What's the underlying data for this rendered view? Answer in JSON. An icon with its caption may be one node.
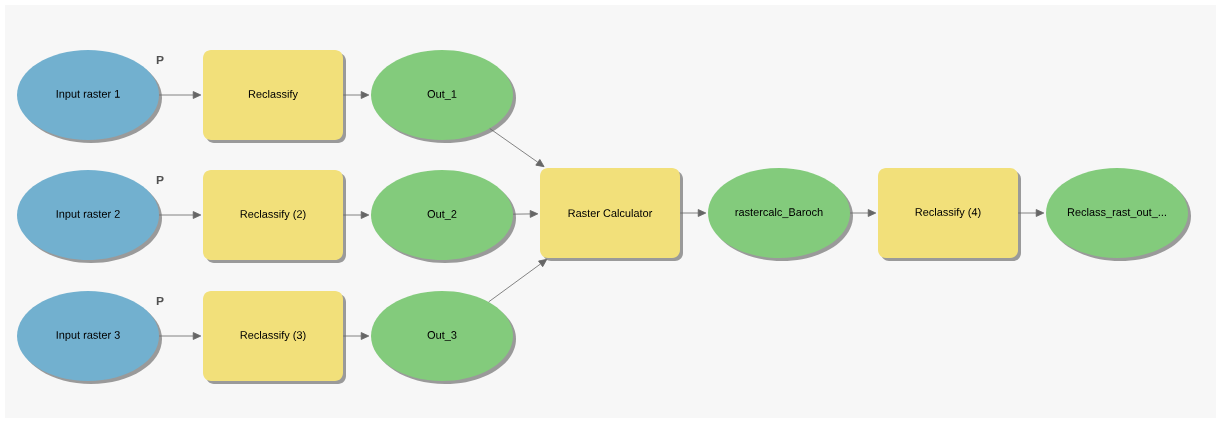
{
  "diagram": {
    "nodes": [
      {
        "text": [
          "Input raster 1"
        ],
        "beside": [
          "P"
        ]
      },
      {
        "text": [
          "Reclassify"
        ]
      },
      {
        "text": [
          "Out_1"
        ]
      },
      {
        "text": [
          "Input raster 2"
        ],
        "beside": [
          "P"
        ]
      },
      {
        "text": [
          "Reclassify (2)"
        ]
      },
      {
        "text": [
          "Out_2"
        ]
      },
      {
        "text": [
          "Input raster 3"
        ],
        "beside": [
          "P"
        ]
      },
      {
        "text": [
          "Reclassify (3)"
        ]
      },
      {
        "text": [
          "Out_3"
        ]
      },
      {
        "text": [
          "Raster Calculator"
        ]
      },
      {
        "text": [
          "rastercalc_Baroch"
        ]
      },
      {
        "text": [
          "Reclassify (4)"
        ]
      },
      {
        "text": [
          "Reclass_rast_out_..."
        ]
      }
    ],
    "edges": [
      {
        "from": 0,
        "to": 1,
        "arrow": "to"
      },
      {
        "from": 1,
        "to": 2,
        "arrow": "to"
      },
      {
        "from": 3,
        "to": 4,
        "arrow": "to"
      },
      {
        "from": 4,
        "to": 5,
        "arrow": "to"
      },
      {
        "from": 6,
        "to": 7,
        "arrow": "to"
      },
      {
        "from": 7,
        "to": 8,
        "arrow": "to"
      },
      {
        "from": 2,
        "to": 9,
        "arrow": "to"
      },
      {
        "from": 5,
        "to": 9,
        "arrow": "to"
      },
      {
        "from": 8,
        "to": 9,
        "arrow": "to"
      },
      {
        "from": 9,
        "to": 10,
        "arrow": "to"
      },
      {
        "from": 10,
        "to": 11,
        "arrow": "to"
      },
      {
        "from": 11,
        "to": 12,
        "arrow": "to"
      }
    ]
  }
}
